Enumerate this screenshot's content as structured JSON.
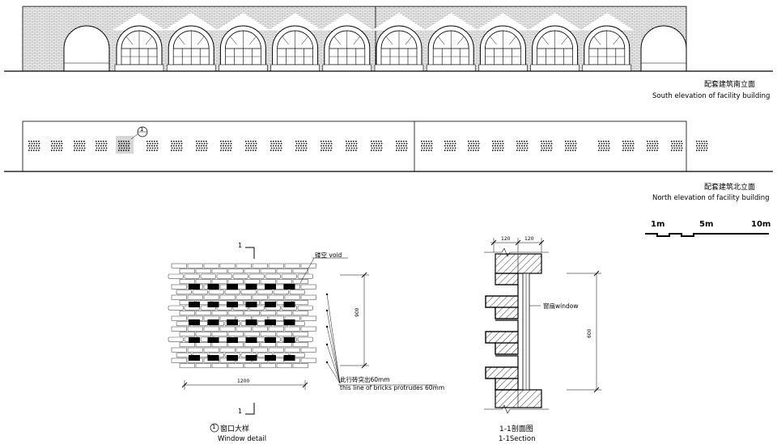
{
  "south_elevation": {
    "title_cn": "配套建筑南立面",
    "title_en": "South elevation of facility building"
  },
  "north_elevation": {
    "title_cn": "配套建筑北立面",
    "title_en": "North elevation of facility building",
    "detail_marker": "1"
  },
  "scale_bar": {
    "labels": [
      "1m",
      "5m",
      "10m"
    ]
  },
  "window_detail": {
    "title_cn": "窗口大样",
    "title_en": "Window detail",
    "number": "1",
    "section_mark": "1",
    "void_label": "镂空 void",
    "protrude_cn": "此行砖突出60mm",
    "protrude_en": "this line of bricks protrudes 60mm",
    "width_dim": "1200",
    "height_dim": "900"
  },
  "section": {
    "title_cn": "1-1剖面图",
    "title_en": "1-1Section",
    "dim_left": "120",
    "dim_right": "120",
    "window_label": "窗扇window",
    "height_dim": "600"
  },
  "colors": {
    "ink": "#000000",
    "brick_hatch": "#8a8a8a",
    "paper": "#ffffff"
  }
}
